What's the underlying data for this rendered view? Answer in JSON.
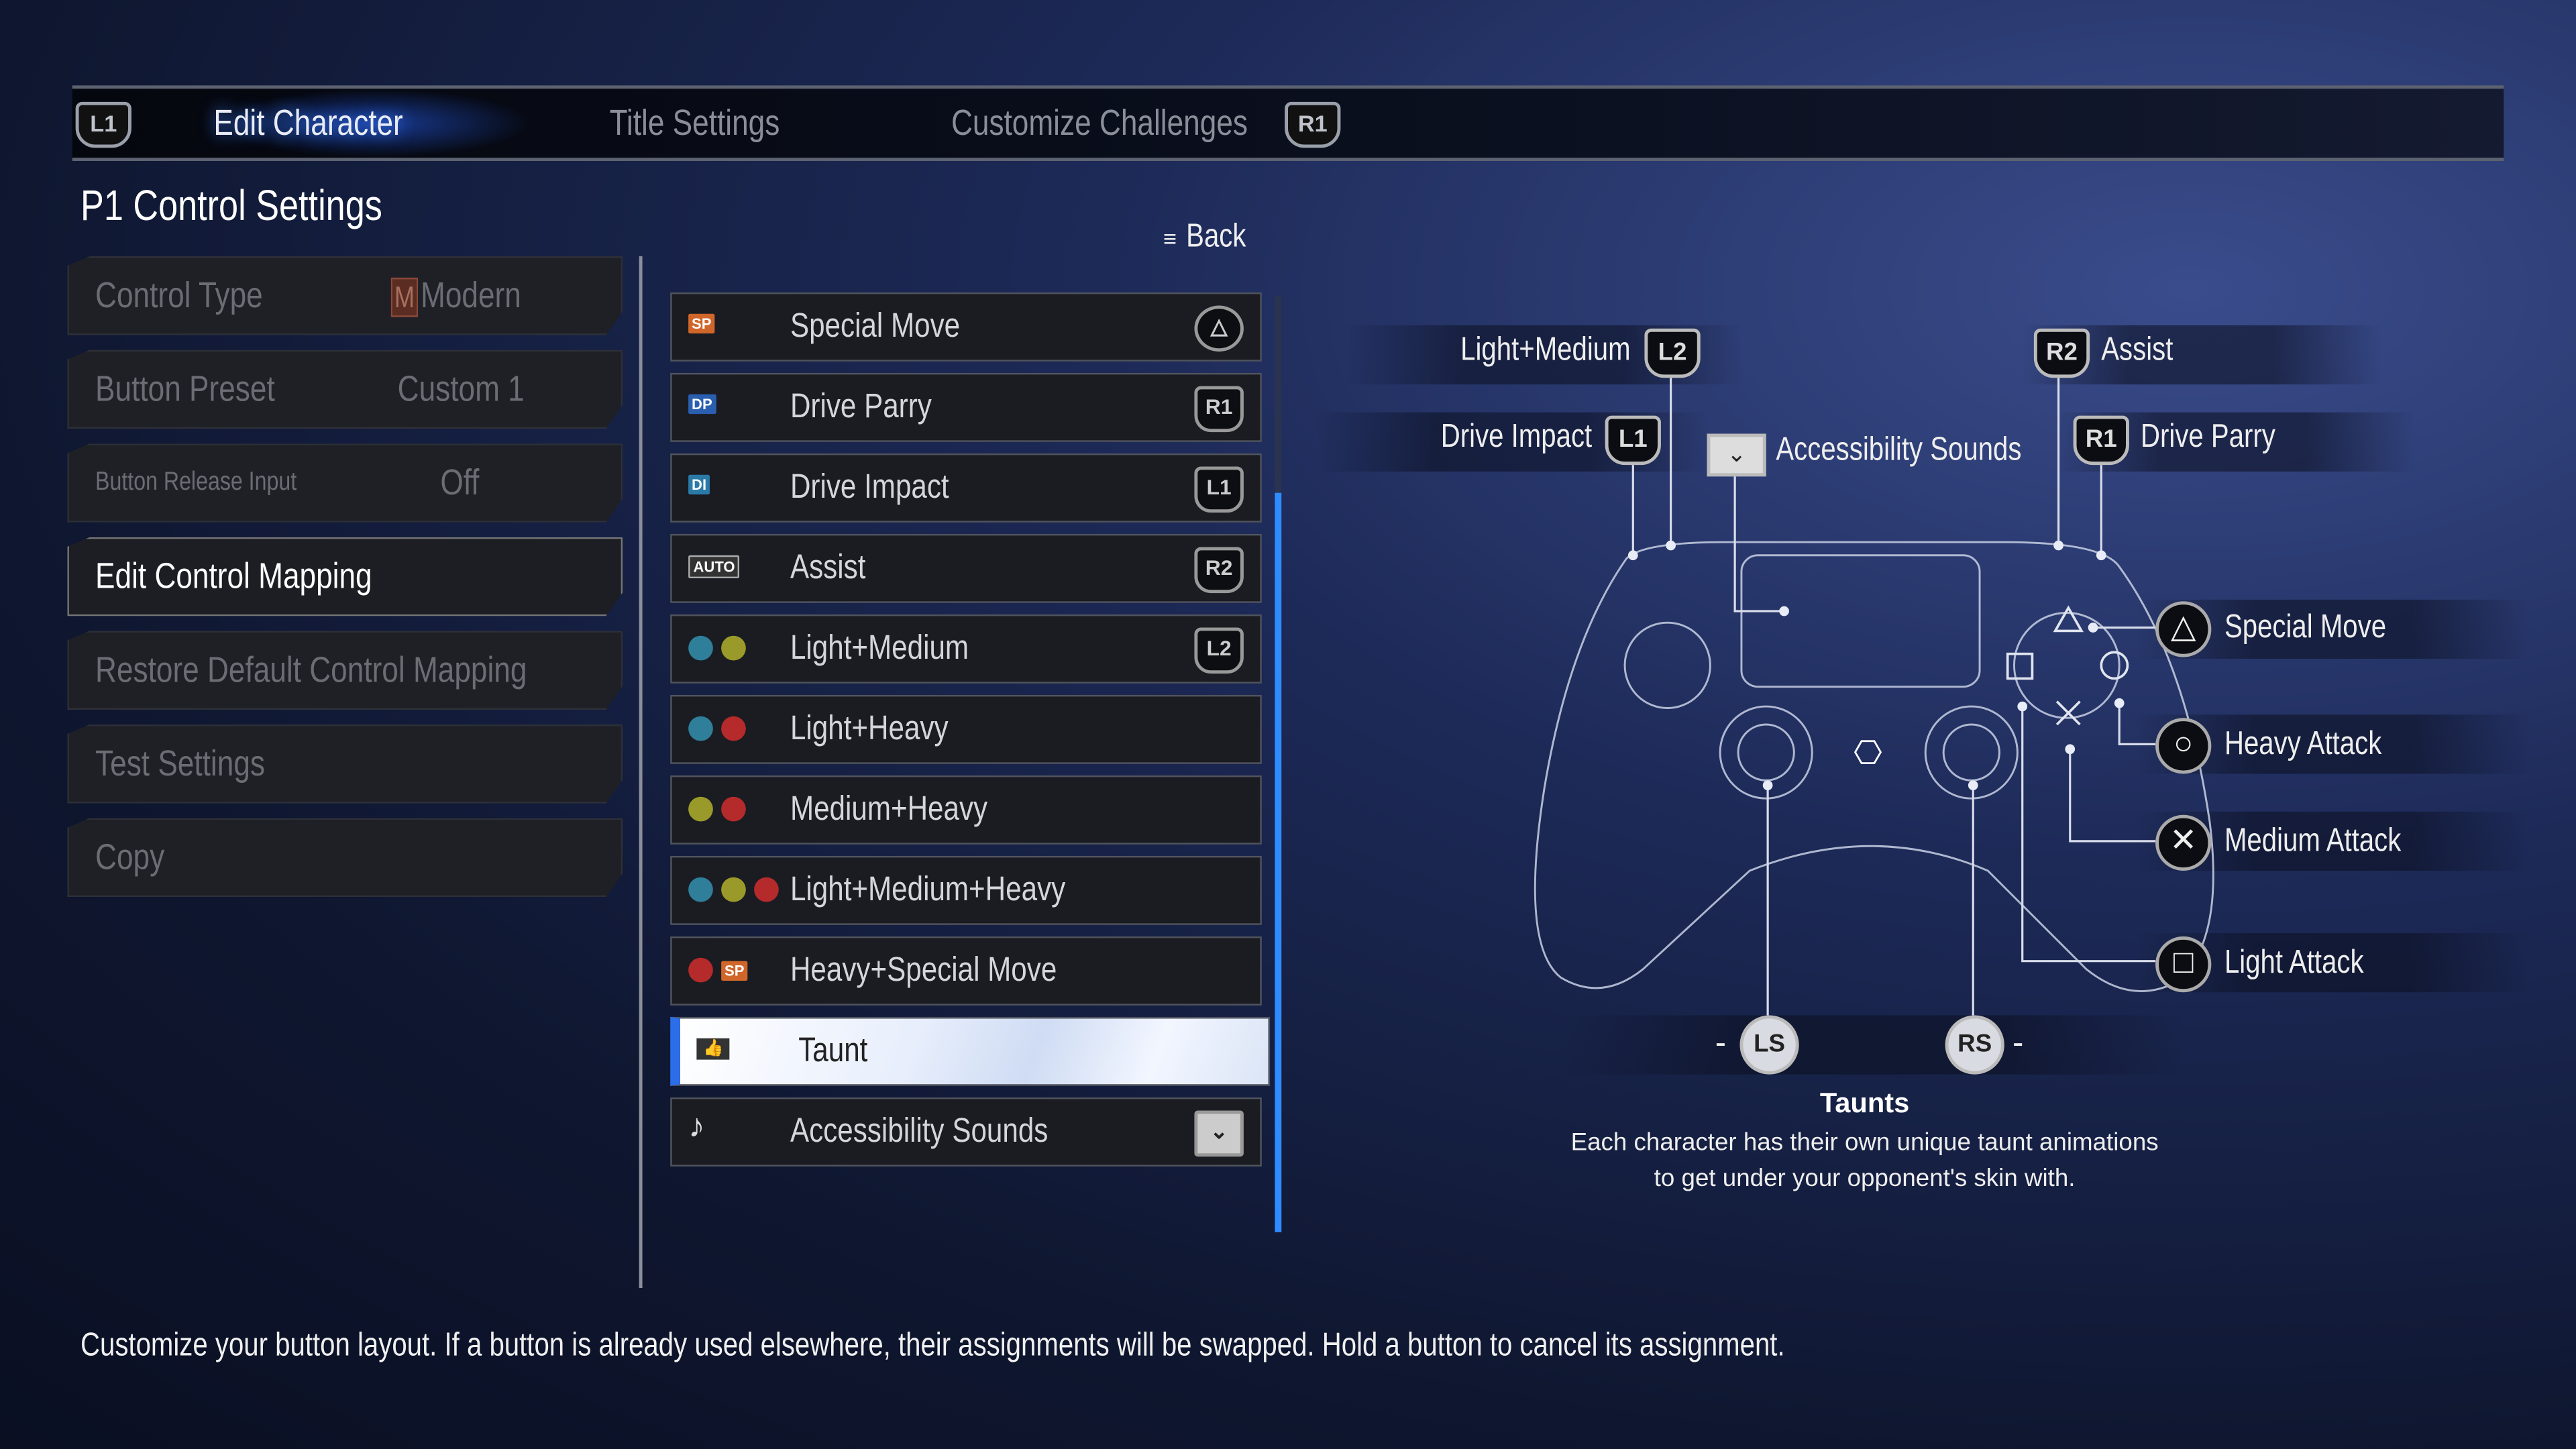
{
  "tabs": {
    "left_bumper": "L1",
    "right_bumper": "R1",
    "items": [
      "Edit Character",
      "Title Settings",
      "Customize Challenges"
    ],
    "active": 0
  },
  "title": "P1 Control Settings",
  "back_label": "Back",
  "left_menu": [
    {
      "label": "Control Type",
      "value": "Modern",
      "badge": "M"
    },
    {
      "label": "Button Preset",
      "value": "Custom 1"
    },
    {
      "label": "Button Release Input",
      "value": "Off"
    },
    {
      "label": "Edit Control Mapping"
    },
    {
      "label": "Restore Default Control Mapping"
    },
    {
      "label": "Test Settings"
    },
    {
      "label": "Copy"
    }
  ],
  "mapping": [
    {
      "name": "Special Move",
      "tags": [
        "SP"
      ],
      "button": "△"
    },
    {
      "name": "Drive Parry",
      "tags": [
        "DP"
      ],
      "button": "R1"
    },
    {
      "name": "Drive Impact",
      "tags": [
        "DI"
      ],
      "button": "L1"
    },
    {
      "name": "Assist",
      "tags": [
        "AUTO"
      ],
      "button": "R2"
    },
    {
      "name": "Light+Medium",
      "dots": [
        "#2f7f9a",
        "#9a9a2a"
      ],
      "button": "L2"
    },
    {
      "name": "Light+Heavy",
      "dots": [
        "#2f7f9a",
        "#b52a2a"
      ]
    },
    {
      "name": "Medium+Heavy",
      "dots": [
        "#9a9a2a",
        "#b52a2a"
      ]
    },
    {
      "name": "Light+Medium+Heavy",
      "dots": [
        "#2f7f9a",
        "#9a9a2a",
        "#b52a2a"
      ]
    },
    {
      "name": "Heavy+Special Move",
      "dots": [
        "#b52a2a"
      ],
      "tags": [
        "SP"
      ]
    },
    {
      "name": "Taunt",
      "icon": "👍"
    },
    {
      "name": "Accessibility Sounds",
      "icon": "♪",
      "button": "⌄"
    }
  ],
  "controller": {
    "l2": {
      "label": "Light+Medium",
      "btn": "L2"
    },
    "l1": {
      "label": "Drive Impact",
      "btn": "L1"
    },
    "touchpad": {
      "label": "Accessibility Sounds"
    },
    "r2": {
      "label": "Assist",
      "btn": "R2"
    },
    "r1": {
      "label": "Drive Parry",
      "btn": "R1"
    },
    "triangle": "Special Move",
    "circle": "Heavy Attack",
    "cross": "Medium Attack",
    "square": "Light Attack",
    "ls": {
      "btn": "LS",
      "label": "-"
    },
    "rs": {
      "btn": "RS",
      "label": "-"
    }
  },
  "description": {
    "title": "Taunts",
    "body": "Each character has their own unique taunt animations to get under your opponent's skin with."
  },
  "footer": "Customize your button layout. If a button is already used elsewhere, their assignments will be swapped. Hold a button to cancel its assignment.",
  "colors": {
    "accent": "#2f8cff",
    "sp": "#d0662a",
    "dp": "#2a5fb0",
    "di": "#2a7aa8"
  }
}
